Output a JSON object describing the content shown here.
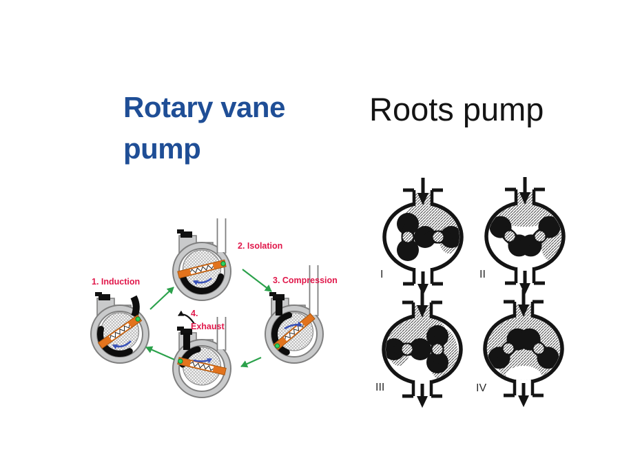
{
  "titles": {
    "left": "Rotary vane pump",
    "left_color": "#1f4e96",
    "right": "Roots pump",
    "right_color": "#141414"
  },
  "rotary_vane": {
    "stage_labels": [
      "1. Induction",
      "2. Isolation",
      "3. Compression",
      "4.\nExhaust"
    ],
    "colors": {
      "label": "#e0174a",
      "flow_arrow": "#2ba14b",
      "housing": "#c9cacb",
      "outline": "#7f7f7f",
      "vane": "#e2731d",
      "vane_border": "#a8560e",
      "vane_tip_dot": "#2bd45c",
      "vane_tip_dot_border": "#0e7c2f",
      "gas": "#0d0d0d",
      "rotation_arrow": "#3952b8"
    }
  },
  "roots_pump": {
    "stage_numerals": [
      "I",
      "II",
      "III",
      "IV"
    ],
    "colors": {
      "body": "#141414"
    }
  }
}
